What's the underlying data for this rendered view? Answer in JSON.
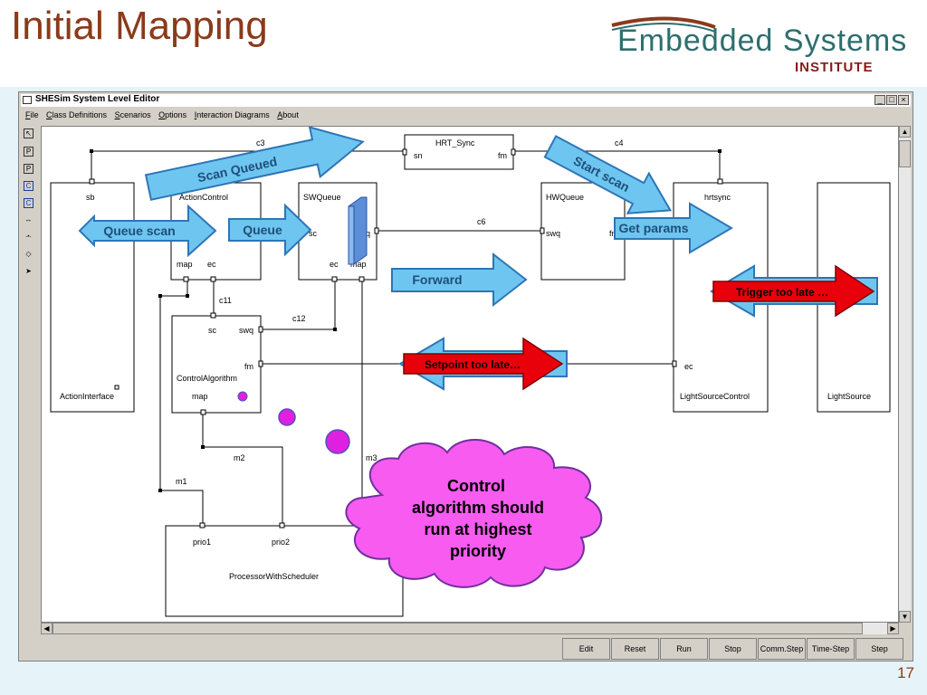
{
  "slide": {
    "title": "Initial Mapping",
    "page_number": "17",
    "logo": {
      "main": "Embedded Systems",
      "sub": "INSTITUTE"
    }
  },
  "window": {
    "title": "SHESim System Level Editor",
    "controls": [
      "_",
      "□",
      "×"
    ],
    "menu": [
      "File",
      "Class Definitions",
      "Scenarios",
      "Options",
      "Interaction Diagrams",
      "About"
    ]
  },
  "palette": [
    {
      "icon": "pointer-icon",
      "glyph": "↖"
    },
    {
      "icon": "process-icon",
      "glyph": "P"
    },
    {
      "icon": "process-instance-icon",
      "glyph": "P"
    },
    {
      "icon": "class-icon",
      "glyph": "C"
    },
    {
      "icon": "class-instance-icon",
      "glyph": "C"
    },
    {
      "icon": "channel-icon",
      "glyph": "↔"
    },
    {
      "icon": "port-icon",
      "glyph": "-•-"
    },
    {
      "icon": "eraser-icon",
      "glyph": "◇"
    },
    {
      "icon": "arrow-icon",
      "glyph": "➤"
    }
  ],
  "diagram": {
    "blocks": {
      "action_interface": "ActionInterface",
      "action_control": "ActionControl",
      "sw_queue": "SWQueue",
      "hrt_sync": "HRT_Sync",
      "hw_queue": "HWQueue",
      "light_source_control": "LightSourceControl",
      "light_source": "LightSource",
      "control_algorithm": "ControlAlgorithm",
      "processor": "ProcessorWithScheduler"
    },
    "ports": {
      "sb": "sb",
      "map": "map",
      "ec": "ec",
      "sc": "sc",
      "q": "q",
      "sn": "sn",
      "fm": "fm",
      "swq": "swq",
      "hrtsync": "hrtsync",
      "prio1": "prio1",
      "prio2": "prio2"
    },
    "channels": {
      "c3": "c3",
      "c4": "c4",
      "c6": "c6",
      "c11": "c11",
      "c12": "c12",
      "m1": "m1",
      "m2": "m2",
      "m3": "m3"
    }
  },
  "callouts": {
    "scan_queued": "Scan Queued",
    "start_scan": "Start scan",
    "queue_scan": "Queue scan",
    "queue": "Queue",
    "get_params": "Get params",
    "forward": "Forward",
    "trigger_too_late": "Trigger too late …",
    "setpoint_too_late": "Setpoint too late…",
    "cloud_lines": [
      "Control",
      "algorithm should",
      "run at highest",
      "priority"
    ]
  },
  "toolbar": [
    "Edit",
    "Reset",
    "Run",
    "Stop",
    "Comm.Step",
    "Time-Step",
    "Step"
  ],
  "colors": {
    "title": "#8B3A1A",
    "arrow_fill": "#6EC6F0",
    "arrow_stroke": "#2E75B6",
    "alert_fill": "#E8000B",
    "cloud_fill": "#F75BF0",
    "dot_fill": "#E020E0"
  }
}
